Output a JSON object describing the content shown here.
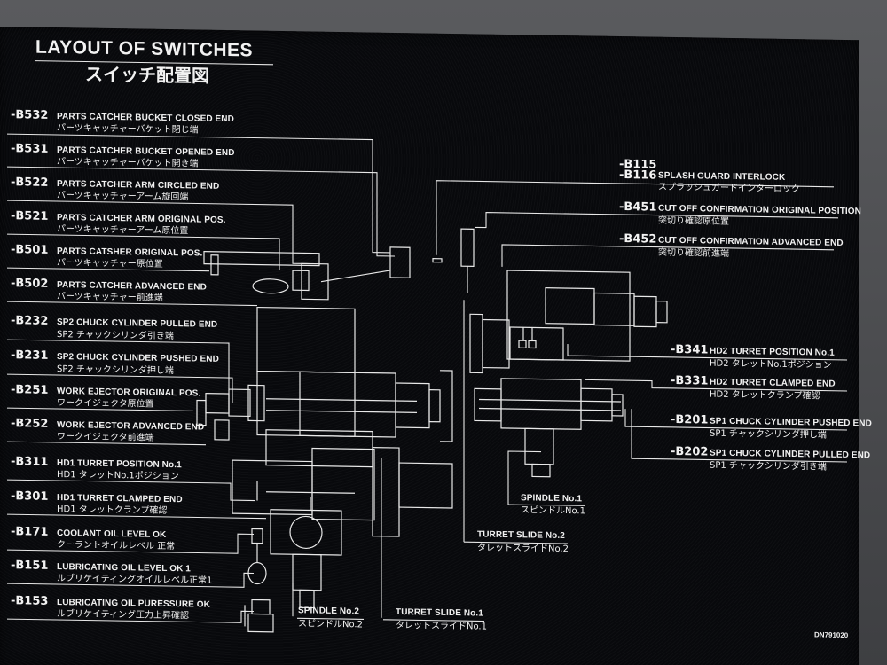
{
  "title": "LAYOUT OF SWITCHES",
  "title_jp": "スイッチ配置図",
  "doc_number": "DN791020",
  "left_labels": [
    {
      "code": "-B532",
      "en": "PARTS CATCHER BUCKET CLOSED END",
      "jp": "パーツキャッチャーバケット閉じ端"
    },
    {
      "code": "-B531",
      "en": "PARTS CATCHER BUCKET OPENED END",
      "jp": "パーツキャッチャーバケット開き端"
    },
    {
      "code": "-B522",
      "en": "PARTS CATCHER ARM CIRCLED END",
      "jp": "パーツキャッチャーアーム旋回端"
    },
    {
      "code": "-B521",
      "en": "PARTS CATCHER ARM ORIGINAL POS.",
      "jp": "パーツキャッチャーアーム原位置"
    },
    {
      "code": "-B501",
      "en": "PARTS CATSHER ORIGINAL POS.",
      "jp": "パーツキャッチャー原位置"
    },
    {
      "code": "-B502",
      "en": "PARTS CATCHER ADVANCED END",
      "jp": "パーツキャッチャー前進端"
    },
    {
      "code": "-B232",
      "en": "SP2 CHUCK CYLINDER PULLED END",
      "jp": "SP2 チャックシリンダ引き端"
    },
    {
      "code": "-B231",
      "en": "SP2 CHUCK CYLINDER PUSHED END",
      "jp": "SP2 チャックシリンダ押し端"
    },
    {
      "code": "-B251",
      "en": "WORK EJECTOR ORIGINAL POS.",
      "jp": "ワークイジェクタ原位置"
    },
    {
      "code": "-B252",
      "en": "WORK EJECTOR ADVANCED END",
      "jp": "ワークイジェクタ前進端"
    },
    {
      "code": "-B311",
      "en": "HD1 TURRET POSITION No.1",
      "jp": "HD1 タレットNo.1ポジション"
    },
    {
      "code": "-B301",
      "en": "HD1 TURRET CLAMPED END",
      "jp": "HD1 タレットクランプ確認"
    },
    {
      "code": "-B171",
      "en": "COOLANT OIL LEVEL OK",
      "jp": "クーラントオイルレベル 正常"
    },
    {
      "code": "-B151",
      "en": "LUBRICATING OIL LEVEL OK 1",
      "jp": "ルブリケイティングオイルレベル正常1"
    },
    {
      "code": "-B153",
      "en": "LUBRICATING OIL PURESSURE OK",
      "jp": "ルブリケイティング圧力上昇確認"
    }
  ],
  "right_labels": [
    {
      "code": "-B115",
      "code2": "-B116",
      "en": "SPLASH GUARD INTERLOCK",
      "jp": "スプラッシュガードインターロック"
    },
    {
      "code": "-B451",
      "en": "CUT OFF CONFIRMATION ORIGINAL POSITION",
      "jp": "突切り確認原位置"
    },
    {
      "code": "-B452",
      "en": "CUT OFF CONFIRMATION ADVANCED END",
      "jp": "突切り確認前進端"
    },
    {
      "code": "-B341",
      "en": "HD2 TURRET POSITION No.1",
      "jp": "HD2 タレットNo.1ポジション"
    },
    {
      "code": "-B331",
      "en": "HD2 TURRET CLAMPED END",
      "jp": "HD2 タレットクランプ確認"
    },
    {
      "code": "-B201",
      "en": "SP1 CHUCK CYLINDER PUSHED END",
      "jp": "SP1 チャックシリンダ押し端"
    },
    {
      "code": "-B202",
      "en": "SP1 CHUCK CYLINDER PULLED END",
      "jp": "SP1 チャックシリンダ引き端"
    }
  ],
  "bottom_labels": [
    {
      "en": "SPINDLE No.1",
      "jp": "スピンドルNo.1"
    },
    {
      "en": "TURRET SLIDE No.2",
      "jp": "タレットスライドNo.2"
    },
    {
      "en": "SPINDLE No.2",
      "jp": "スピンドルNo.2"
    },
    {
      "en": "TURRET SLIDE No.1",
      "jp": "タレットスライドNo.1"
    }
  ]
}
